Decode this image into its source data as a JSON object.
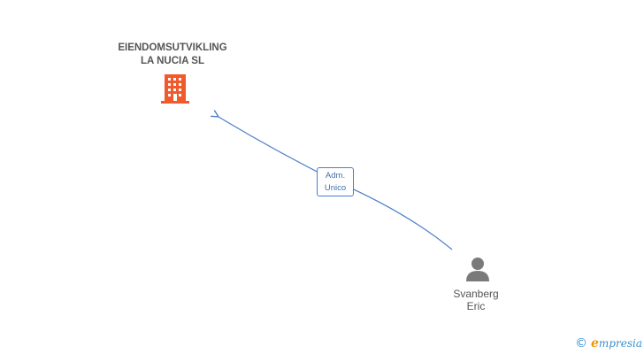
{
  "company": {
    "name_line1": "EIENDOMSUTVIKLING",
    "name_line2": "LA NUCIA SL",
    "icon": "building-icon",
    "color": "#f15a2b"
  },
  "person": {
    "name_line1": "Svanberg",
    "name_line2": "Eric",
    "icon": "person-icon",
    "color": "#7a7a7a"
  },
  "relation": {
    "label_line1": "Adm.",
    "label_line2": "Unico",
    "color": "#4a7fc8"
  },
  "brand": {
    "copyright": "©",
    "initial": "e",
    "name": "mpresia"
  }
}
